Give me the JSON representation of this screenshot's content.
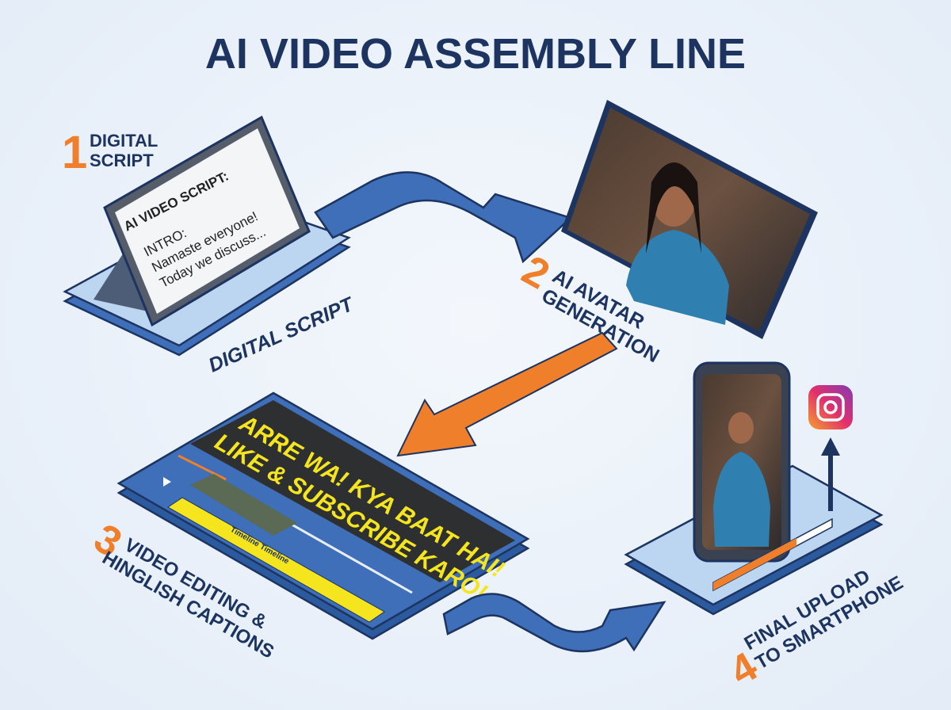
{
  "title": "AI VIDEO ASSEMBLY LINE",
  "steps": [
    {
      "number": "1",
      "label_line1": "DIGITAL",
      "label_line2": "SCRIPT",
      "base_label": "DIGITAL SCRIPT",
      "screen": {
        "heading": "AI VIDEO SCRIPT:",
        "line1": "INTRO:",
        "line2": "Namaste everyone!",
        "line3": "Today we discuss..."
      }
    },
    {
      "number": "2",
      "label_line1": "AI AVATAR",
      "label_line2": "GENERATION"
    },
    {
      "number": "3",
      "label_line1": "VIDEO EDITING &",
      "label_line2": "HINGLISH CAPTIONS",
      "caption_line1": "ARRE WA! KYA BAAT HAI!",
      "caption_line2": "LIKE & SUBSCRIBE KARO!",
      "timeline_label": "Timeline Timeline"
    },
    {
      "number": "4",
      "label_line1": "FINAL UPLOAD",
      "label_line2": "TO SMARTPHONE",
      "upload_progress": 0.7,
      "icon": "instagram-icon"
    }
  ],
  "colors": {
    "navy": "#1d3461",
    "orange": "#f07f2c",
    "blue": "#3e6fb8",
    "caption_yellow": "#f5e51f"
  }
}
